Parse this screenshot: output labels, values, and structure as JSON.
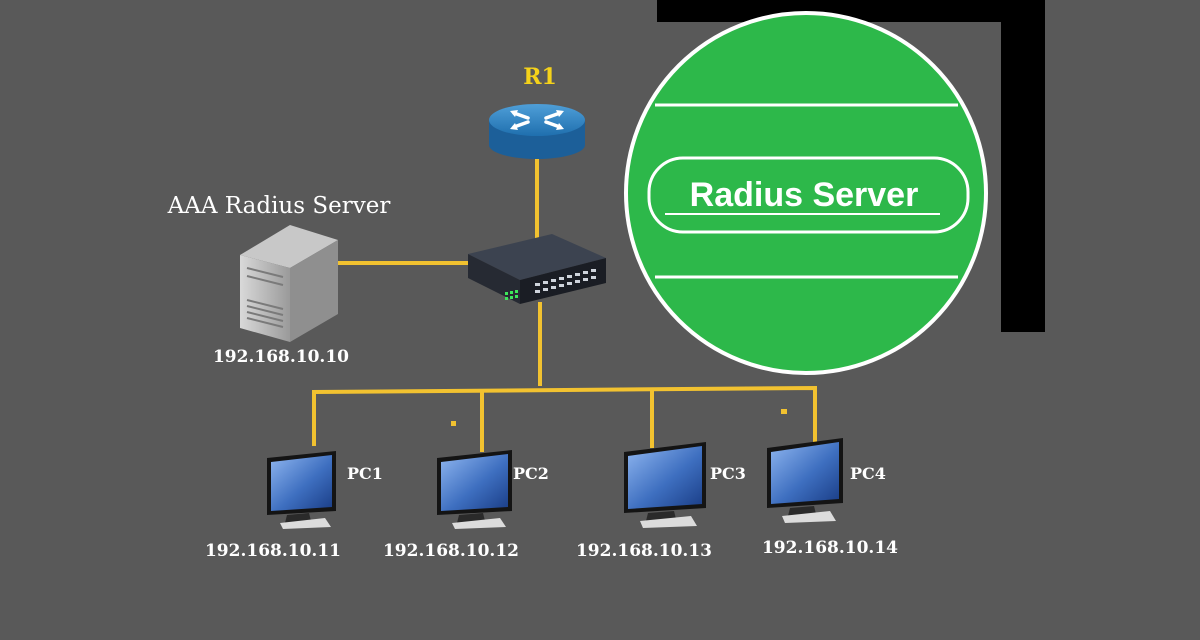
{
  "router": {
    "label": "R1"
  },
  "server": {
    "title": "AAA Radius Server",
    "ip": "192.168.10.10"
  },
  "badge": {
    "label": "Radius Server"
  },
  "pcs": [
    {
      "label": "PC1",
      "ip": "192.168.10.11"
    },
    {
      "label": "PC2",
      "ip": "192.168.10.12"
    },
    {
      "label": "PC3",
      "ip": "192.168.10.13"
    },
    {
      "label": "PC4",
      "ip": "192.168.10.14"
    }
  ],
  "colors": {
    "background": "#595959",
    "link": "#f2c230",
    "badge_green": "#2db84a",
    "router_label": "#f5d21a",
    "frame": "#000000"
  },
  "icons": {
    "router": "router-icon",
    "switch": "network-switch-icon",
    "server": "server-tower-icon",
    "pc": "monitor-icon"
  }
}
